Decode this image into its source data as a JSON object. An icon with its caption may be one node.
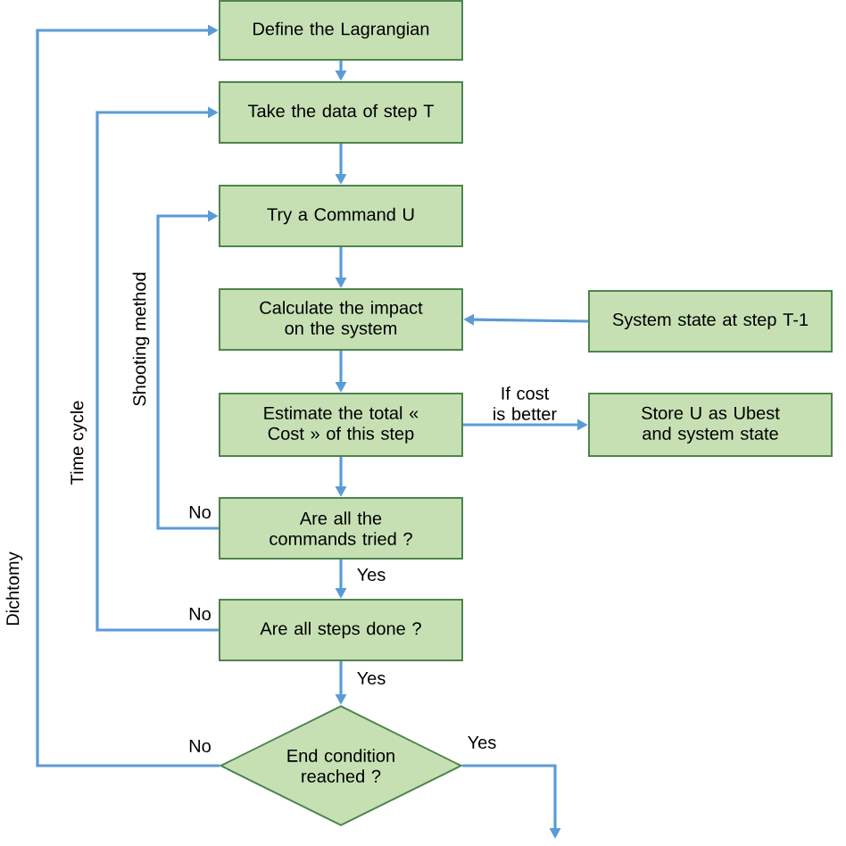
{
  "diagram": {
    "nodes": [
      {
        "text": [
          "Define the Lagrangian"
        ]
      },
      {
        "text": [
          "Take the data of step T"
        ]
      },
      {
        "text": [
          "Try a Command U"
        ]
      },
      {
        "text": [
          "Calculate the impact on the system"
        ]
      },
      {
        "text": [
          "System state at step T-1"
        ]
      },
      {
        "text": [
          "Estimate the total « Cost » of this step"
        ]
      },
      {
        "text": [
          "Store U as Ubest and system state"
        ]
      },
      {
        "text": [
          "Are all the commands tried ?"
        ]
      },
      {
        "text": [
          "Are all steps done ?"
        ]
      },
      {
        "text": [
          "End condition reached ?"
        ]
      }
    ],
    "edges": [
      {
        "from": 0,
        "to": 1,
        "arrow": "to"
      },
      {
        "from": 1,
        "to": 2,
        "arrow": "to"
      },
      {
        "from": 2,
        "to": 3,
        "arrow": "to"
      },
      {
        "from": 4,
        "to": 3,
        "arrow": "to"
      },
      {
        "from": 3,
        "to": 5,
        "arrow": "to"
      },
      {
        "from": 5,
        "to": 6,
        "arrow": "to",
        "label": "If cost is better"
      },
      {
        "from": 5,
        "to": 7,
        "arrow": "to"
      },
      {
        "from": 7,
        "to": 2,
        "arrow": "to",
        "label": "No"
      },
      {
        "from": 7,
        "to": 8,
        "arrow": "to",
        "label": "Yes"
      },
      {
        "from": 8,
        "to": 1,
        "arrow": "to",
        "label": "No"
      },
      {
        "from": 8,
        "to": 9,
        "arrow": "to",
        "label": "Yes"
      },
      {
        "from": 9,
        "to": 0,
        "arrow": "to",
        "label": "No"
      },
      {
        "from": 9,
        "to": null,
        "arrow": "to",
        "label": "Yes"
      }
    ],
    "labels": [
      "Shooting method",
      "Time cycle",
      "Dichtomy"
    ]
  }
}
